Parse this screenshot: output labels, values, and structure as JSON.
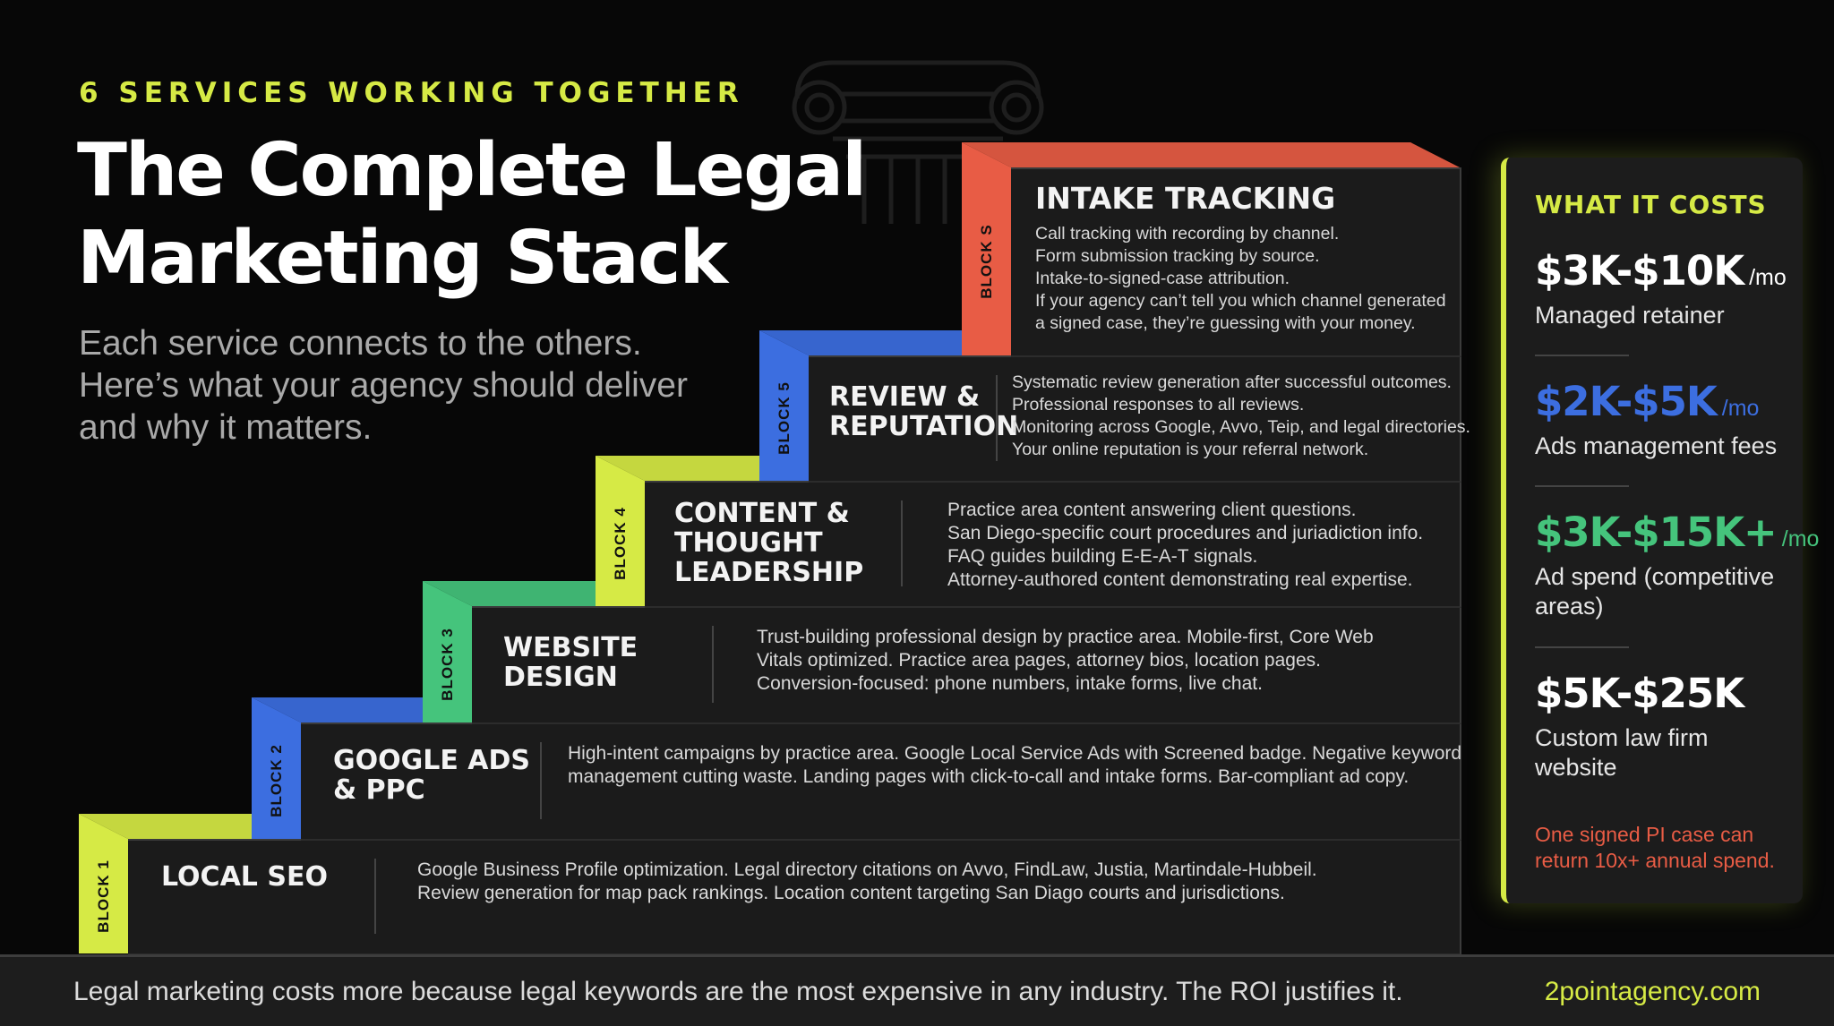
{
  "header": {
    "eyebrow": "6 SERVICES WORKING TOGETHER",
    "title": "The Complete Legal Marketing Stack",
    "subtitle": "Each service connects to the others. Here’s what your agency should deliver and why it matters."
  },
  "colors": {
    "lime": "#d6ea45",
    "blue": "#3c6ee0",
    "green": "#45c47c",
    "red": "#e85c45",
    "background": "#070707"
  },
  "blocks": [
    {
      "tag": "BLOCK 1",
      "title": "LOCAL SEO",
      "description": "Google Business Profile optimization. Legal directory citations on Avvo, FindLaw, Justia, Martindale-Hubbeil.\nReview generation for map pack rankings. Location content targeting San Diago courts and jurisdictions.",
      "color": "#d6ea45"
    },
    {
      "tag": "BLOCK 2",
      "title": "GOOGLE ADS\n& PPC",
      "description": "High-intent campaigns by practice area. Google Local Service Ads with Screened badge. Negative keyword\nmanagement cutting waste. Landing pages with click-to-call and intake forms. Bar-compliant ad copy.",
      "color": "#3c6ee0"
    },
    {
      "tag": "BLOCK 3",
      "title": "WEBSITE\nDESIGN",
      "description": "Trust-building professional design by practice area. Mobile-first, Core Web\nVitals optimized. Practice area pages, attorney bios, location pages.\nConversion-focused: phone numbers, intake forms, live chat.",
      "color": "#45c47c"
    },
    {
      "tag": "BLOCK 4",
      "title": "CONTENT &\nTHOUGHT\nLEADERSHIP",
      "description": "Practice area content answering client questions.\nSan Diego-specific court procedures and juriadiction info.\nFAQ guides building E-E-A-T signals.\nAttorney-authored content demonstrating real expertise.",
      "color": "#d6ea45"
    },
    {
      "tag": "BLOCK 5",
      "title": "REVIEW &\nREPUTATION",
      "description": "Systematic review generation after successful outcomes.\nProfessional responses to all reviews.\nMonitoring across Google, Avvo, Teip, and legal directories.\nYour online reputation is your referral network.",
      "color": "#3c6ee0"
    },
    {
      "tag": "BLOCK S",
      "title": "INTAKE TRACKING",
      "description": "Call tracking with recording by channel.\nForm submission tracking by source.\nIntake-to-signed-case attribution.\nIf your agency can’t tell you which channel generated\na signed case, they’re guessing with your money.",
      "color": "#e85c45"
    }
  ],
  "panel": {
    "title": "WHAT IT COSTS",
    "costs": [
      {
        "price": "$3K-$10K",
        "unit": "/mo",
        "label": "Managed retainer",
        "color": "#ffffff"
      },
      {
        "price": "$2K-$5K",
        "unit": "/mo",
        "label": "Ads management fees",
        "color": "#3c6ee0"
      },
      {
        "price": "$3K-$15K+",
        "unit": "/mo",
        "label": "Ad spend (competitive areas)",
        "color": "#45c47c"
      },
      {
        "price": "$5K-$25K",
        "unit": "",
        "label": "Custom law firm website",
        "color": "#ffffff"
      }
    ],
    "note": "One signed PI case can return 10x+ annual spend."
  },
  "footer": {
    "text": "Legal marketing costs more because legal keywords are the most expensive in any industry. The ROI justifies it.",
    "link": "2pointagency.com"
  }
}
